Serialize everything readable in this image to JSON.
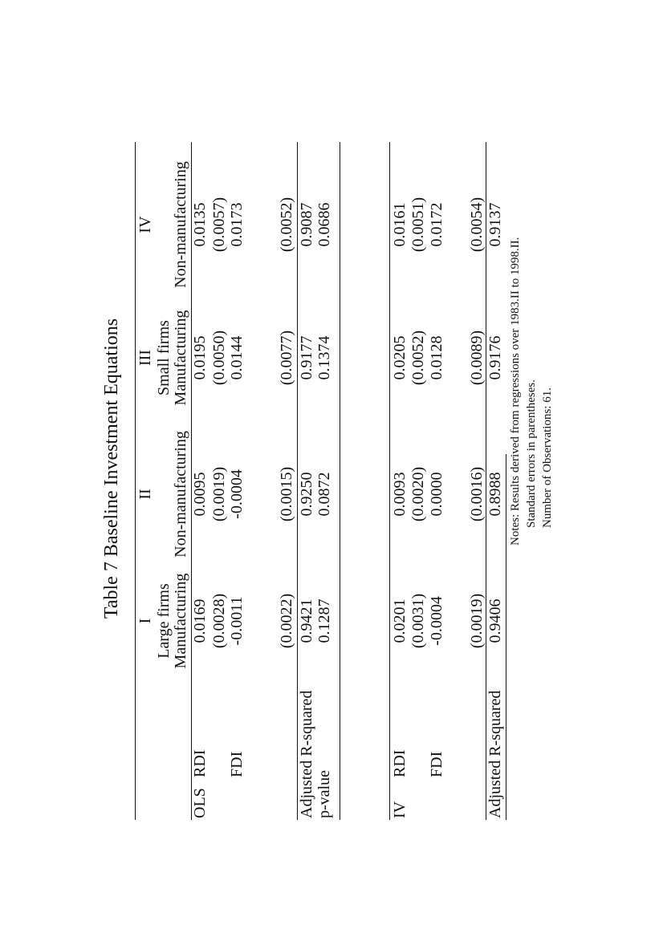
{
  "title": "Table 7  Baseline Investment Equations",
  "columns": {
    "roman": [
      "I",
      "II",
      "III",
      "IV"
    ],
    "groups": [
      "Large firms",
      "Small firms"
    ],
    "sectors": [
      "Manufacturing",
      "Non-manufacturing",
      "Manufacturing",
      "Non-manufacturing"
    ]
  },
  "ols": {
    "label": "OLS",
    "rdi_label": "RDI",
    "fdi_label": "FDI",
    "rdi": [
      "0.0169",
      "0.0095",
      "0.0195",
      "0.0135"
    ],
    "rdi_se": [
      "(0.0028)",
      "(0.0019)",
      "(0.0050)",
      "(0.0057)"
    ],
    "fdi": [
      "-0.0011",
      "-0.0004",
      "0.0144",
      "0.0173"
    ],
    "fdi_se": [
      "(0.0022)",
      "(0.0015)",
      "(0.0077)",
      "(0.0052)"
    ],
    "adj_r2_label": "Adjusted R-squared",
    "adj_r2": [
      "0.9421",
      "0.9250",
      "0.9177",
      "0.9087"
    ],
    "pvalue_label": "p-value",
    "pvalue": [
      "0.1287",
      "0.0872",
      "0.1374",
      "0.0686"
    ]
  },
  "iv": {
    "label": "IV",
    "rdi_label": "RDI",
    "fdi_label": "FDI",
    "rdi": [
      "0.0201",
      "0.0093",
      "0.0205",
      "0.0161"
    ],
    "rdi_se": [
      "(0.0031)",
      "(0.0020)",
      "(0.0052)",
      "(0.0051)"
    ],
    "fdi": [
      "-0.0004",
      "0.0000",
      "0.0128",
      "0.0172"
    ],
    "fdi_se": [
      "(0.0019)",
      "(0.0016)",
      "(0.0089)",
      "(0.0054)"
    ],
    "adj_r2_label": "Adjusted R-squared",
    "adj_r2": [
      "0.9406",
      "0.8988",
      "0.9176",
      "0.9137"
    ]
  },
  "notes": [
    "Notes: Results derived from regressions over 1983.II to 1998.II.",
    "Standard errors in parentheses.",
    "Number of Observations: 61."
  ]
}
